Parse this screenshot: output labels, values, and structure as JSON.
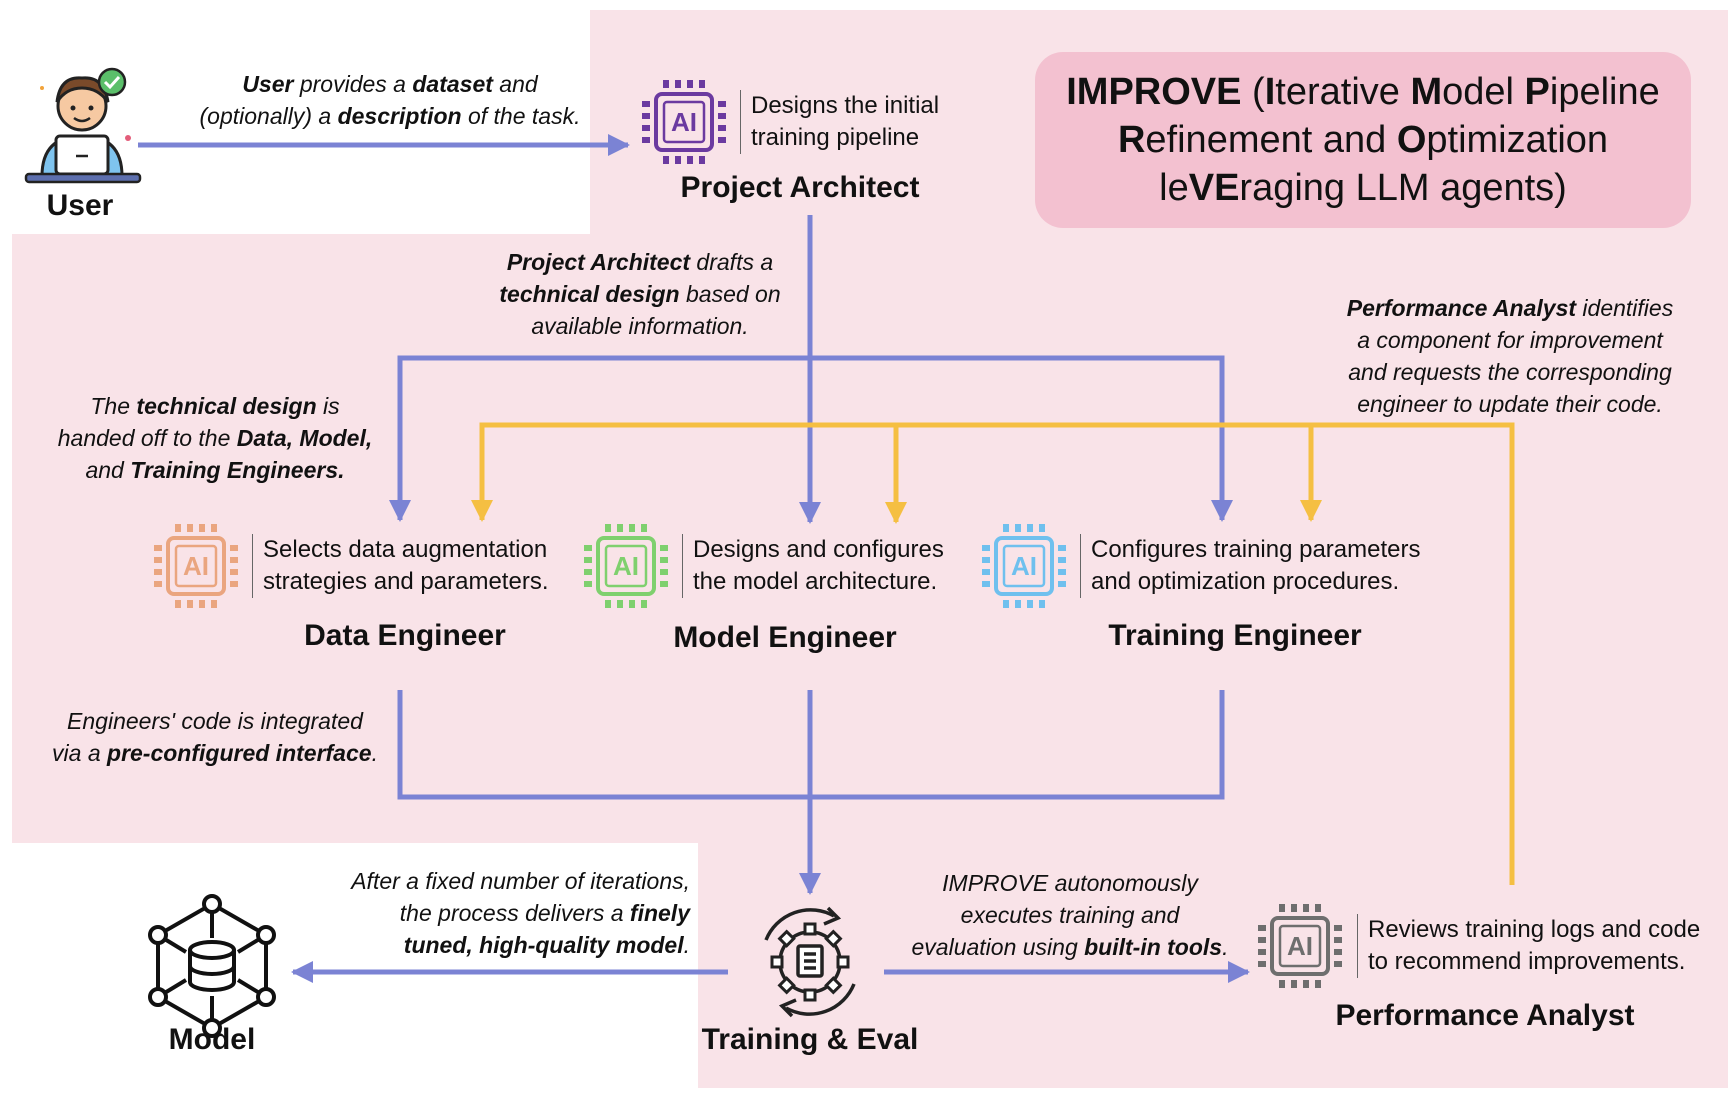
{
  "title": {
    "segments": [
      {
        "t": "IMPROVE",
        "b": true
      },
      {
        "t": " (",
        "b": false
      },
      {
        "t": "I",
        "b": true
      },
      {
        "t": "terative ",
        "b": false
      },
      {
        "t": "M",
        "b": true
      },
      {
        "t": "odel ",
        "b": false
      },
      {
        "t": "P",
        "b": true
      },
      {
        "t": "ipeline",
        "b": false
      },
      {
        "t": "\n",
        "b": false
      },
      {
        "t": "R",
        "b": true
      },
      {
        "t": "efinement and ",
        "b": false
      },
      {
        "t": "O",
        "b": true
      },
      {
        "t": "ptimization",
        "b": false
      },
      {
        "t": "\n",
        "b": false
      },
      {
        "t": "le",
        "b": false
      },
      {
        "t": "VE",
        "b": true
      },
      {
        "t": "raging LLM agents)",
        "b": false
      }
    ]
  },
  "colors": {
    "background_panel": "#f9e3e8",
    "title_box": "#f3c1d0",
    "blue_arrow": "#7b83d4",
    "yellow_arrow": "#f5bf42",
    "chip_architect": "#6b3aa0",
    "chip_data": "#eaa57f",
    "chip_model": "#7fd06e",
    "chip_training": "#6fc0ee",
    "chip_analyst": "#6e6e6e"
  },
  "nodes": {
    "user": {
      "label": "User",
      "icon": "user-laptop-icon"
    },
    "architect": {
      "label": "Project Architect",
      "desc": [
        "Designs the initial",
        "training pipeline"
      ],
      "chip_text": "AI"
    },
    "data": {
      "label": "Data Engineer",
      "desc": [
        "Selects data augmentation",
        "strategies and parameters."
      ],
      "chip_text": "AI"
    },
    "model_eng": {
      "label": "Model Engineer",
      "desc": [
        "Designs and configures",
        "the model architecture."
      ],
      "chip_text": "AI"
    },
    "training": {
      "label": "Training Engineer",
      "desc": [
        "Configures training parameters",
        "and optimization procedures."
      ],
      "chip_text": "AI"
    },
    "analyst": {
      "label": "Performance Analyst",
      "desc": [
        "Reviews training logs and code",
        "to recommend improvements."
      ],
      "chip_text": "AI"
    },
    "train_eval": {
      "label": "Training & Eval",
      "icon": "gear-cycle-icon"
    },
    "model": {
      "label": "Model",
      "icon": "model-network-icon"
    }
  },
  "annotations": {
    "user_provides": [
      [
        {
          "t": "User",
          "b": true
        },
        {
          "t": " provides a ",
          "b": false
        },
        {
          "t": "dataset",
          "b": true
        },
        {
          "t": " and",
          "b": false
        }
      ],
      [
        {
          "t": "(optionally) a ",
          "b": false
        },
        {
          "t": "description",
          "b": true
        },
        {
          "t": " of the task.",
          "b": false
        }
      ]
    ],
    "architect_drafts": [
      [
        {
          "t": "Project Architect",
          "b": true
        },
        {
          "t": " drafts a",
          "b": false
        }
      ],
      [
        {
          "t": "technical design",
          "b": true
        },
        {
          "t": " based on",
          "b": false
        }
      ],
      [
        {
          "t": "available information.",
          "b": false
        }
      ]
    ],
    "handed_off": [
      [
        {
          "t": "The ",
          "b": false
        },
        {
          "t": "technical design",
          "b": true
        },
        {
          "t": " is",
          "b": false
        }
      ],
      [
        {
          "t": "handed off to the ",
          "b": false
        },
        {
          "t": "Data, Model,",
          "b": true
        }
      ],
      [
        {
          "t": "and ",
          "b": false
        },
        {
          "t": "Training Engineers.",
          "b": true
        }
      ]
    ],
    "analyst_identifies": [
      [
        {
          "t": "Performance Analyst",
          "b": true
        },
        {
          "t": " identifies",
          "b": false
        }
      ],
      [
        {
          "t": "a component for improvement",
          "b": false
        }
      ],
      [
        {
          "t": "and requests the corresponding",
          "b": false
        }
      ],
      [
        {
          "t": "engineer to update their code.",
          "b": false
        }
      ]
    ],
    "integrated": [
      [
        {
          "t": "Engineers' code is integrated",
          "b": false
        }
      ],
      [
        {
          "t": "via a ",
          "b": false
        },
        {
          "t": "pre-configured interface",
          "b": true
        },
        {
          "t": ".",
          "b": false
        }
      ]
    ],
    "fixed_iterations": [
      [
        {
          "t": "After a fixed number of iterations,",
          "b": false
        }
      ],
      [
        {
          "t": "the process delivers a ",
          "b": false
        },
        {
          "t": "finely",
          "b": true
        }
      ],
      [
        {
          "t": "tuned, high-quality model",
          "b": true
        },
        {
          "t": ".",
          "b": false
        }
      ]
    ],
    "autonomously": [
      [
        {
          "t": "IMPROVE autonomously",
          "b": false
        }
      ],
      [
        {
          "t": "executes training and",
          "b": false
        }
      ],
      [
        {
          "t": "evaluation using ",
          "b": false
        },
        {
          "t": "built-in tools",
          "b": true
        },
        {
          "t": ".",
          "b": false
        }
      ]
    ]
  }
}
